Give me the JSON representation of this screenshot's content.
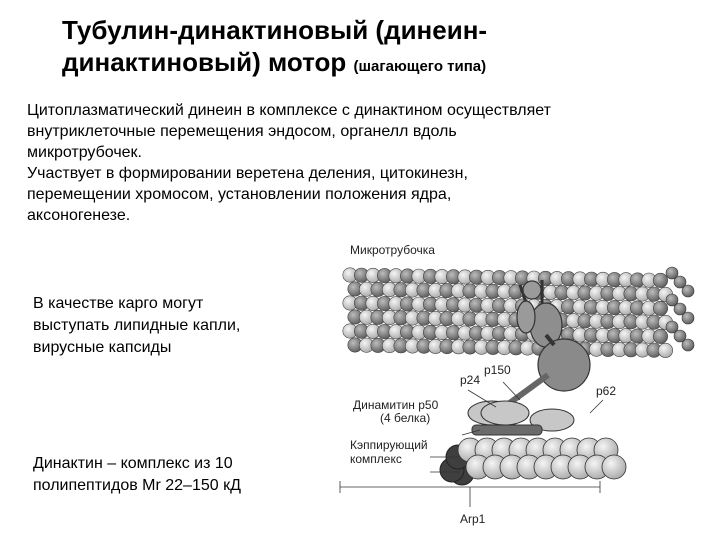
{
  "title": {
    "main_line1": "Тубулин-динактиновый (динеин-",
    "main_line2": "динактиновый) мотор",
    "sub": "(шагающего типа)"
  },
  "intro": {
    "lines": [
      "Цитоплазматический динеин в комплексе с динактином осуществляет",
      "внутриклеточные перемещения эндосом, органелл вдоль",
      "микротрубочек.",
      "Участвует в формировании веретена деления, цитокинезн,",
      "перемещении хромосом, установлении положения ядра,",
      "аксоногенезе."
    ]
  },
  "cargo": {
    "lines": [
      "В качестве карго могут",
      "выступать липидные капли,",
      "вирусные капсиды"
    ]
  },
  "dynactin": {
    "lines": [
      "Динактин – комплекс из 10",
      "полипептидов Mr 22–150 кД"
    ]
  },
  "diagram": {
    "microtubule": "Микротрубочка",
    "p150": "p150",
    "p24": "p24",
    "dynamitin_line1": "Динамитин р50",
    "dynamitin_line2": "(4 белка)",
    "p62": "p62",
    "capping_line1": "Кэппирующий",
    "capping_line2": "комплекс",
    "arp1": "Arp1"
  },
  "colors": {
    "sphere_fill": "#cfcfcf",
    "dark_gray": "#6e6e6e",
    "outline": "#333333"
  }
}
